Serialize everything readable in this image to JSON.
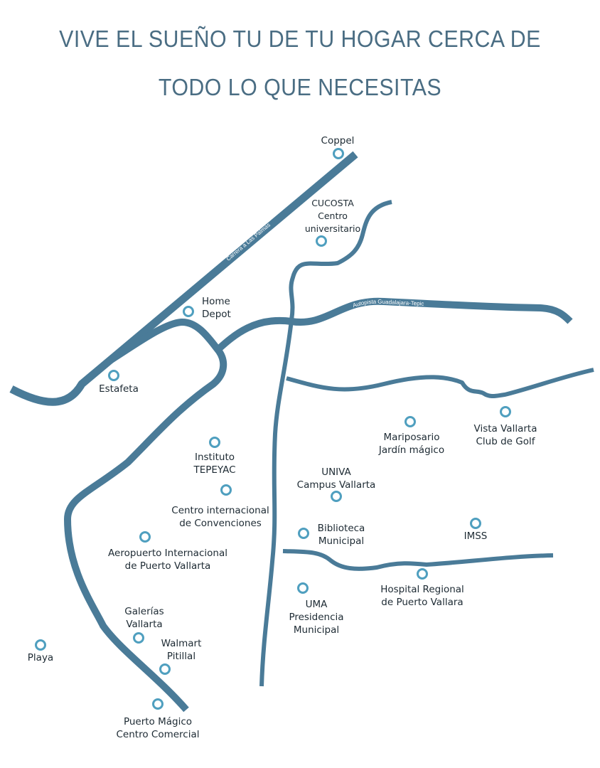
{
  "header": {
    "line1": "VIVE EL SUEÑO TU DE TU HOGAR CERCA DE",
    "line2": "TODO LO QUE NECESITAS"
  },
  "roads": {
    "carretera": "Carrera a Las Palmas",
    "autopista": "Autopista Guadalajara-Tepic"
  },
  "colors": {
    "title": "#4a6d83",
    "road": "#4a7b98",
    "poi": "#4f9fbf",
    "label": "#1d2a33"
  },
  "pois": [
    {
      "id": "coppel",
      "lines": [
        "Coppel"
      ]
    },
    {
      "id": "cucosta",
      "lines": [
        "CUCOSTA",
        "Centro",
        "universitario"
      ]
    },
    {
      "id": "home-depot",
      "lines": [
        "Home",
        "Depot"
      ]
    },
    {
      "id": "estafeta",
      "lines": [
        "Estafeta"
      ]
    },
    {
      "id": "mariposario",
      "lines": [
        "Mariposario",
        "Jardín mágico"
      ]
    },
    {
      "id": "vista-vallarta",
      "lines": [
        "Vista Vallarta",
        "Club de Golf"
      ]
    },
    {
      "id": "tepeyac",
      "lines": [
        "Instituto",
        "TEPEYAC"
      ]
    },
    {
      "id": "univa",
      "lines": [
        "UNIVA",
        "Campus Vallarta"
      ]
    },
    {
      "id": "convenciones",
      "lines": [
        "Centro internacional",
        "de Convenciones"
      ]
    },
    {
      "id": "biblioteca",
      "lines": [
        "Biblioteca",
        "Municipal"
      ]
    },
    {
      "id": "imss",
      "lines": [
        "IMSS"
      ]
    },
    {
      "id": "aeropuerto",
      "lines": [
        "Aeropuerto Internacional",
        "de Puerto Vallarta"
      ]
    },
    {
      "id": "hospital",
      "lines": [
        "Hospital Regional",
        "de Puerto Vallara"
      ]
    },
    {
      "id": "uma",
      "lines": [
        "UMA",
        "Presidencia",
        "Municipal"
      ]
    },
    {
      "id": "galerias",
      "lines": [
        "Galerías",
        "Vallarta"
      ]
    },
    {
      "id": "walmart",
      "lines": [
        "Walmart",
        "Pitillal"
      ]
    },
    {
      "id": "playa",
      "lines": [
        "Playa"
      ]
    },
    {
      "id": "puerto-magico",
      "lines": [
        "Puerto Mágico",
        "Centro Comercial"
      ]
    }
  ]
}
